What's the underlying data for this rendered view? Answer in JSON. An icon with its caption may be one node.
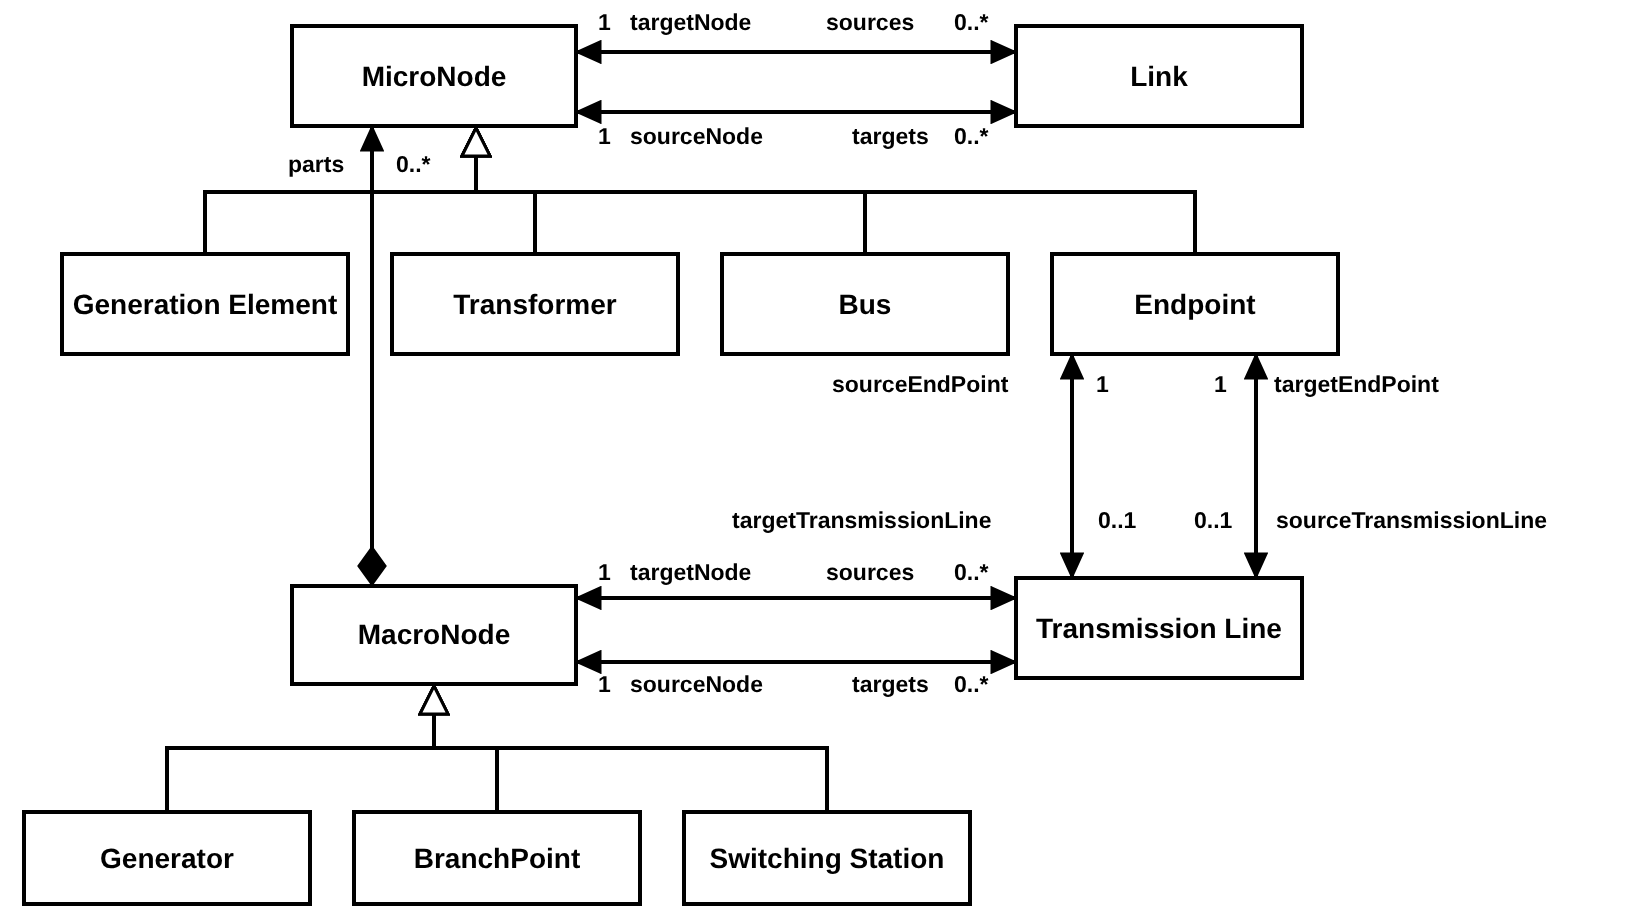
{
  "diagram": {
    "nodes": [
      {
        "text": [
          "MicroNode"
        ]
      },
      {
        "text": [
          "Link"
        ]
      },
      {
        "text": [
          "Generation Element"
        ]
      },
      {
        "text": [
          "Transformer"
        ]
      },
      {
        "text": [
          "Bus"
        ]
      },
      {
        "text": [
          "Endpoint"
        ]
      },
      {
        "text": [
          "MacroNode"
        ]
      },
      {
        "text": [
          "Transmission Line"
        ]
      },
      {
        "text": [
          "Generator"
        ]
      },
      {
        "text": [
          "BranchPoint"
        ]
      },
      {
        "text": [
          "Switching Station"
        ]
      }
    ],
    "edges": [
      {
        "from": 0,
        "to": 1,
        "arrow": "both"
      },
      {
        "from": 0,
        "to": 1,
        "arrow": "both"
      },
      {
        "from": 2,
        "to": 0,
        "arrow": "to"
      },
      {
        "from": 3,
        "to": 0,
        "arrow": "to"
      },
      {
        "from": 4,
        "to": 0,
        "arrow": "to"
      },
      {
        "from": 5,
        "to": 0,
        "arrow": "to"
      },
      {
        "from": 6,
        "to": 0,
        "arrow": "to"
      },
      {
        "from": 5,
        "to": 7,
        "arrow": "both"
      },
      {
        "from": 5,
        "to": 7,
        "arrow": "both"
      },
      {
        "from": 6,
        "to": 7,
        "arrow": "both"
      },
      {
        "from": 6,
        "to": 7,
        "arrow": "both"
      },
      {
        "from": 8,
        "to": 6,
        "arrow": "to"
      },
      {
        "from": 9,
        "to": 6,
        "arrow": "to"
      },
      {
        "from": 10,
        "to": 6,
        "arrow": "to"
      }
    ],
    "labels": [
      "1",
      "targetNode",
      "sources",
      "0..*",
      "1",
      "sourceNode",
      "targets",
      "0..*",
      "parts",
      "0..*",
      "sourceEndPoint",
      "1",
      "1",
      "targetEndPoint",
      "targetTransmissionLine",
      "0..1",
      "0..1",
      "sourceTransmissionLine",
      "1",
      "targetNode",
      "sources",
      "0..*",
      "1",
      "sourceNode",
      "targets",
      "0..*"
    ]
  }
}
